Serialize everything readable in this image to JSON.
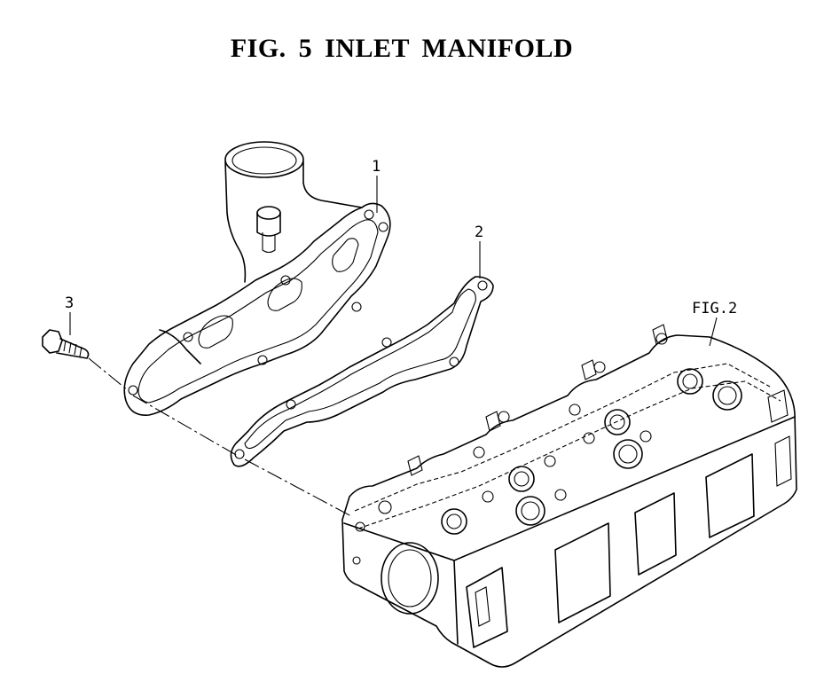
{
  "figure": {
    "title": "FIG. 5  INLET MANIFOLD"
  },
  "callouts": {
    "part_1": "1",
    "part_2": "2",
    "part_3": "3",
    "reference": "FIG.2"
  },
  "parts": {
    "part_1": "inlet manifold",
    "part_2": "gasket",
    "part_3": "bolt",
    "reference": "cylinder head"
  }
}
